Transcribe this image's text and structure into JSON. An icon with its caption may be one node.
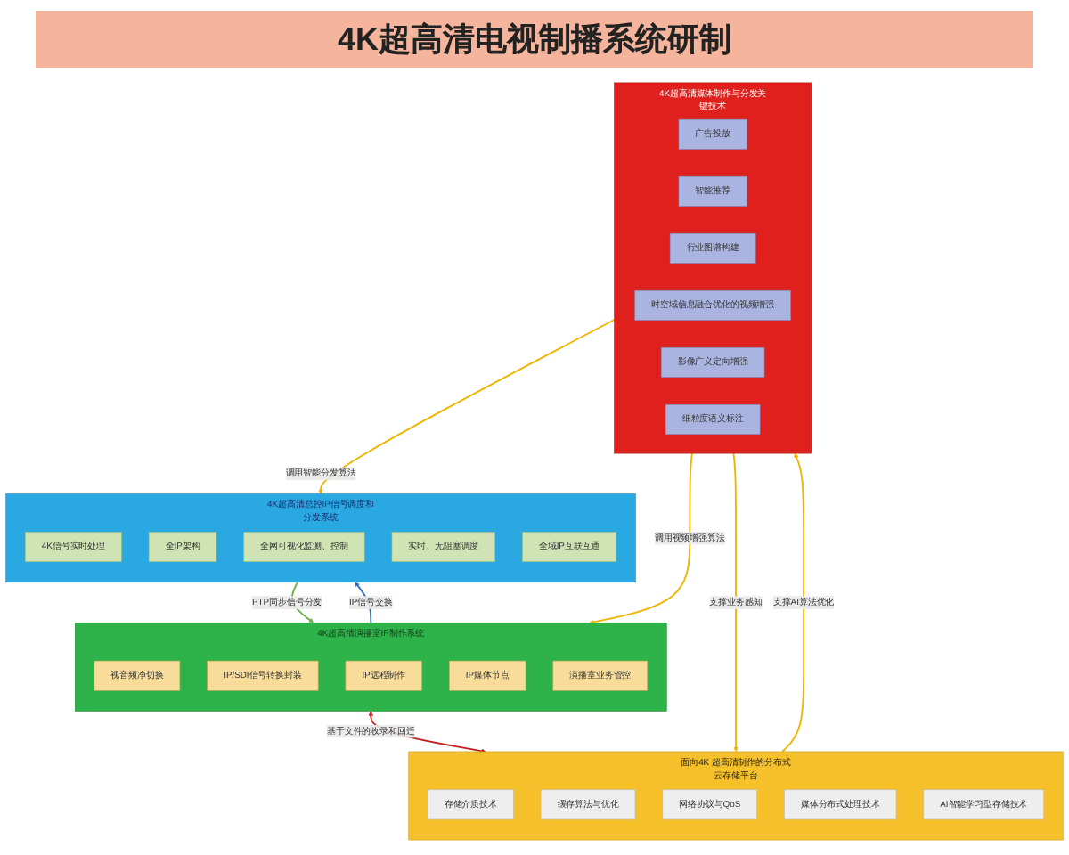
{
  "diagram": {
    "title": "4K超高清电视制播系统研制",
    "nodes": [
      {
        "text": [
          "4K超高清总控IP信号调度和分发系统"
        ]
      },
      {
        "text": [
          "4K信号实时处理"
        ],
        "in": 0
      },
      {
        "text": [
          "全IP架构"
        ],
        "in": 0
      },
      {
        "text": [
          "全网可视化监测、控制"
        ],
        "in": 0
      },
      {
        "text": [
          "实时、无阻塞调度"
        ],
        "in": 0
      },
      {
        "text": [
          "全域IP互联互通"
        ],
        "in": 0
      },
      {
        "text": [
          "4K超高清演播室IP制作系统"
        ]
      },
      {
        "text": [
          "视音频净切换"
        ],
        "in": 6
      },
      {
        "text": [
          "IP/SDI信号转换封装"
        ],
        "in": 6
      },
      {
        "text": [
          "IP远程制作"
        ],
        "in": 6
      },
      {
        "text": [
          "IP媒体节点"
        ],
        "in": 6
      },
      {
        "text": [
          "演播室业务管控"
        ],
        "in": 6
      },
      {
        "text": [
          "面向4K 超高清制作的分布式云存储平台"
        ]
      },
      {
        "text": [
          "存储介质技术"
        ],
        "in": 12
      },
      {
        "text": [
          "缓存算法与优化"
        ],
        "in": 12
      },
      {
        "text": [
          "网络协议与QoS"
        ],
        "in": 12
      },
      {
        "text": [
          "媒体分布式处理技术"
        ],
        "in": 12
      },
      {
        "text": [
          "AI智能学习型存储技术"
        ],
        "in": 12
      },
      {
        "text": [
          "4K超高清媒体制作与分发关键技术"
        ]
      },
      {
        "text": [
          "广告投放"
        ],
        "in": 18
      },
      {
        "text": [
          "智能推荐"
        ],
        "in": 18
      },
      {
        "text": [
          "行业图谱构建"
        ],
        "in": 18
      },
      {
        "text": [
          "时空域信息融合优化的视频增强"
        ],
        "in": 18
      },
      {
        "text": [
          "影像广义定向增强"
        ],
        "in": 18
      },
      {
        "text": [
          "细粒度语义标注"
        ],
        "in": 18
      }
    ],
    "edges": [
      {
        "from": 6,
        "to": 0,
        "arrow": "to",
        "label": "IP信号交换",
        "color": "#2f6fc0"
      },
      {
        "from": 0,
        "to": 6,
        "arrow": "to",
        "label": "PTP同步信号分发",
        "color": "#6ab04c"
      },
      {
        "from": 6,
        "to": 12,
        "arrow": "both",
        "label": "基于文件的收录和回迁",
        "color": "#c0201c"
      },
      {
        "from": 18,
        "to": 0,
        "arrow": "to",
        "label": "调用智能分发算法"
      },
      {
        "from": 18,
        "to": 6,
        "arrow": "to",
        "label": "调用视频增强算法"
      },
      {
        "from": 18,
        "to": 12,
        "arrow": "to",
        "label": "支撑业务感知"
      },
      {
        "from": 12,
        "to": 18,
        "arrow": "to",
        "label": "支撑AI算法优化"
      }
    ]
  }
}
